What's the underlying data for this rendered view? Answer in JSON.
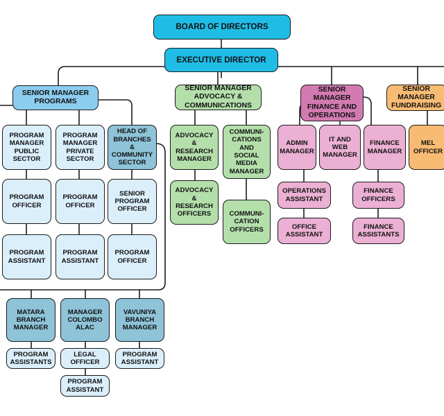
{
  "colors": {
    "board": "#1fbde6",
    "programs_header": "#8cccef",
    "programs_light": "#dbeffb",
    "programs_mid": "#8ec3d8",
    "advocacy": "#b4dfab",
    "finance_dark": "#d27ab1",
    "finance": "#ebb0d3",
    "fundraising": "#f8bb74",
    "line": "#1a1a1a"
  },
  "org": {
    "board": "BOARD OF DIRECTORS",
    "executive": "EXECUTIVE DIRECTOR",
    "programs": {
      "head": "SENIOR MANAGER\nPROGRAMS",
      "pm_public": "PROGRAM\nMANAGER\nPUBLIC\nSECTOR",
      "pm_private": "PROGRAM\nMANAGER\nPRIVATE\nSECTOR",
      "head_branches": "HEAD OF\nBRANCHES &\nCOMMUNITY\nSECTOR",
      "officer_1": "PROGRAM\nOFFICER",
      "officer_2": "PROGRAM\nOFFICER",
      "senior_officer": "SENIOR\nPROGRAM\nOFFICER",
      "assistant_1": "PROGRAM\nASSISTANT",
      "assistant_2": "PROGRAM\nASSISTANT",
      "officer_3": "PROGRAM\nOFFICER",
      "matara": "MATARA\nBRANCH\nMANAGER",
      "colombo": "MANAGER\nCOLOMBO\nALAC",
      "vavuniya": "VAVUNIYA\nBRANCH\nMANAGER",
      "matara_assistants": "PROGRAM\nASSISTANTS",
      "legal_officer": "LEGAL\nOFFICER",
      "vavuniya_assistant": "PROGRAM\nASSISTANT",
      "colombo_assistant": "PROGRAM\nASSISTANT"
    },
    "advocacy": {
      "head": "SENIOR MANAGER\nADVOCACY &\nCOMMUNICATIONS",
      "research_manager": "ADVOCACY\n&\nRESEARCH\nMANAGER",
      "research_officers": "ADVOCACY\n&\nRESEARCH\nOFFICERS",
      "comms_manager": "COMMUNI-\nCATIONS\nAND\nSOCIAL\nMEDIA\nMANAGER",
      "comms_officers": "COMMUNI-\nCATION\nOFFICERS"
    },
    "finance": {
      "head": "SENIOR\nMANAGER\nFINANCE AND\nOPERATIONS",
      "admin_manager": "ADMIN\nMANAGER",
      "it_web_manager": "IT AND\nWEB\nMANAGER",
      "finance_manager": "FINANCE\nMANAGER",
      "operations_assistant": "OPERATIONS\nASSISTANT",
      "office_assistant": "OFFICE\nASSISTANT",
      "finance_officers": "FINANCE\nOFFICERS",
      "finance_assistants": "FINANCE\nASSISTANTS"
    },
    "fundraising": {
      "head": "SENIOR\nMANAGER\nFUNDRAISING",
      "mel_officer": "MEL\nOFFICER"
    }
  }
}
